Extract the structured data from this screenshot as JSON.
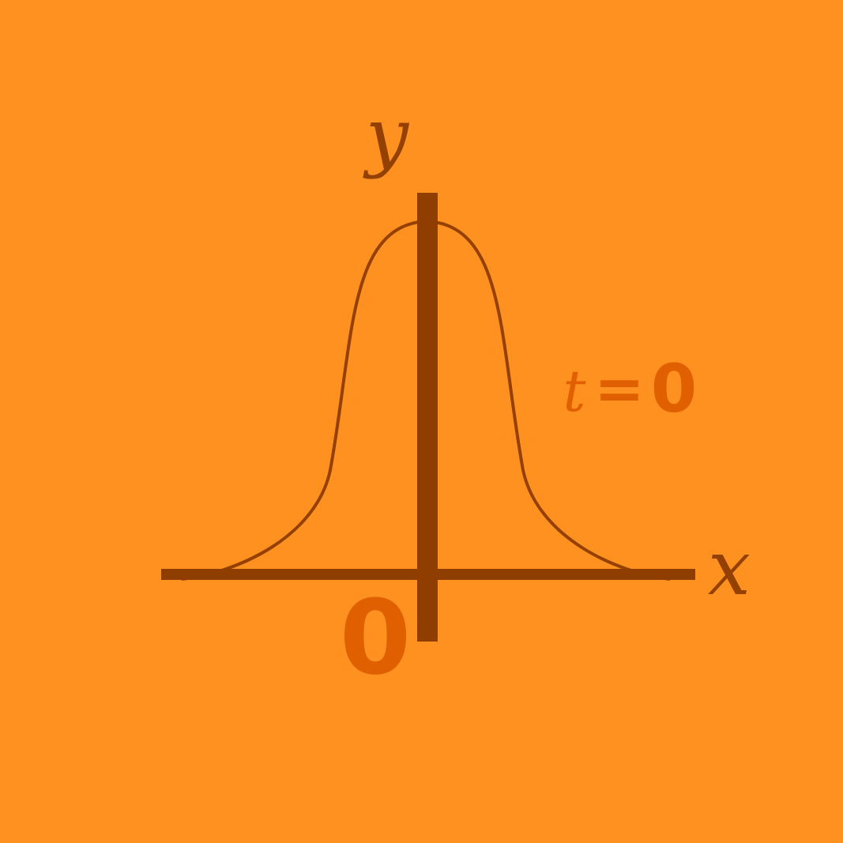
{
  "colors": {
    "background": "#ff9120",
    "axis": "#8f3e00",
    "curve": "#944000",
    "label_orange": "#e06000"
  },
  "labels": {
    "y_axis": "y",
    "x_axis": "x",
    "origin": "0",
    "t_var": "t",
    "equals": "=",
    "t_value": "0"
  },
  "curve": {
    "shape": "bell",
    "peak_x": 0
  }
}
